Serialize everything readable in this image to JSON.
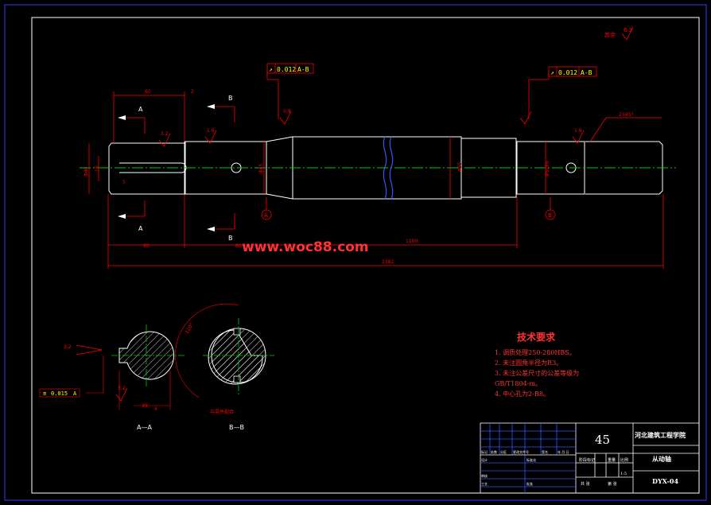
{
  "drawing": {
    "surface_finish_other": "其余",
    "surface_finish_other_value": "6.3",
    "tol_frame_left": {
      "symbol": "↗",
      "value": "0.012",
      "datum": "A-B"
    },
    "tol_frame_right": {
      "symbol": "↗",
      "value": "0.012",
      "datum": "A-B"
    },
    "tol_frame_section": {
      "symbol": "≡",
      "value": "0.015",
      "datum": "A"
    },
    "sec_labels": [
      "A",
      "A",
      "B",
      "B"
    ],
    "datum_A": "A",
    "datum_B": "B",
    "dims": {
      "d60": "60",
      "d2": "2",
      "d80_top": "80",
      "d1100": "1100",
      "d1382": "1382",
      "d90_bottom": "90",
      "d2x45": "2X45°",
      "phi45": "Φ45",
      "phi40": "Φ40",
      "phi43": "Φ43h6",
      "phi55": "Φ55",
      "phi50": "Φ50h6",
      "d16": "16",
      "d5": "5",
      "r32": "3.2",
      "r16_1": "1.6",
      "r16_2": "1.6",
      "r08": "0.8",
      "r32b": "3.2",
      "r32c": "3.2",
      "d39": "39",
      "d4": "4",
      "arc_note": "120°"
    },
    "watermark": "www.woc88.com",
    "section_aa": "A—A",
    "section_bb": "B—B",
    "section_note": "与零件配合"
  },
  "tech": {
    "title": "技术要求",
    "items": [
      "1. 调质处理250-280HBS。",
      "2. 未注圆角半径为R3。",
      "3. 未注公差尺寸的公差等级为",
      "   GB/T1804-m。",
      "4. 中心孔为2-B8。"
    ]
  },
  "titleblock": {
    "material": "45",
    "school": "河北建筑工程学院",
    "part_name": "从动轴",
    "drawing_no": "DYX-04",
    "scale": "1:5",
    "design": "设计",
    "review": "审核",
    "craft": "工艺",
    "approve": "批准",
    "row_labels": [
      "标记",
      "处数",
      "分区",
      "更改文件号",
      "签名",
      "年.月.日"
    ],
    "standard": "标准化",
    "stage": "阶段标记",
    "weight": "重量",
    "ratio": "比例",
    "sheets": "共 张",
    "sheet_no": "第 张"
  },
  "colors": {
    "background": "#000000",
    "frame": "#ffffff",
    "dimension": "#ff0000",
    "centerline": "#00cc00",
    "tolerance": "#ffff00",
    "accent": "#0000ff"
  }
}
